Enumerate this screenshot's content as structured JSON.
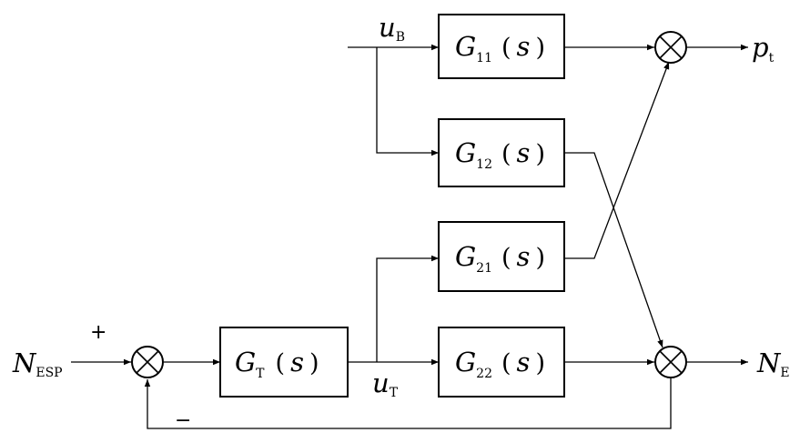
{
  "blocks": {
    "g11": {
      "letter": "G",
      "sub": "11",
      "arg": "s"
    },
    "g12": {
      "letter": "G",
      "sub": "12",
      "arg": "s"
    },
    "g21": {
      "letter": "G",
      "sub": "21",
      "arg": "s"
    },
    "g22": {
      "letter": "G",
      "sub": "22",
      "arg": "s"
    },
    "gt": {
      "letter": "G",
      "sub": "T",
      "arg": "s"
    }
  },
  "signals": {
    "u_b": {
      "letter": "u",
      "sub": "B"
    },
    "u_t": {
      "letter": "u",
      "sub": "T"
    },
    "p_t": {
      "letter": "p",
      "sub": "t"
    },
    "n_e": {
      "letter": "N",
      "sub": "E"
    },
    "n_esp": {
      "letter": "N",
      "sub": "ESP"
    }
  },
  "signs": {
    "plus": "+",
    "minus": "−"
  },
  "paren_open": "(",
  "paren_close": ")"
}
